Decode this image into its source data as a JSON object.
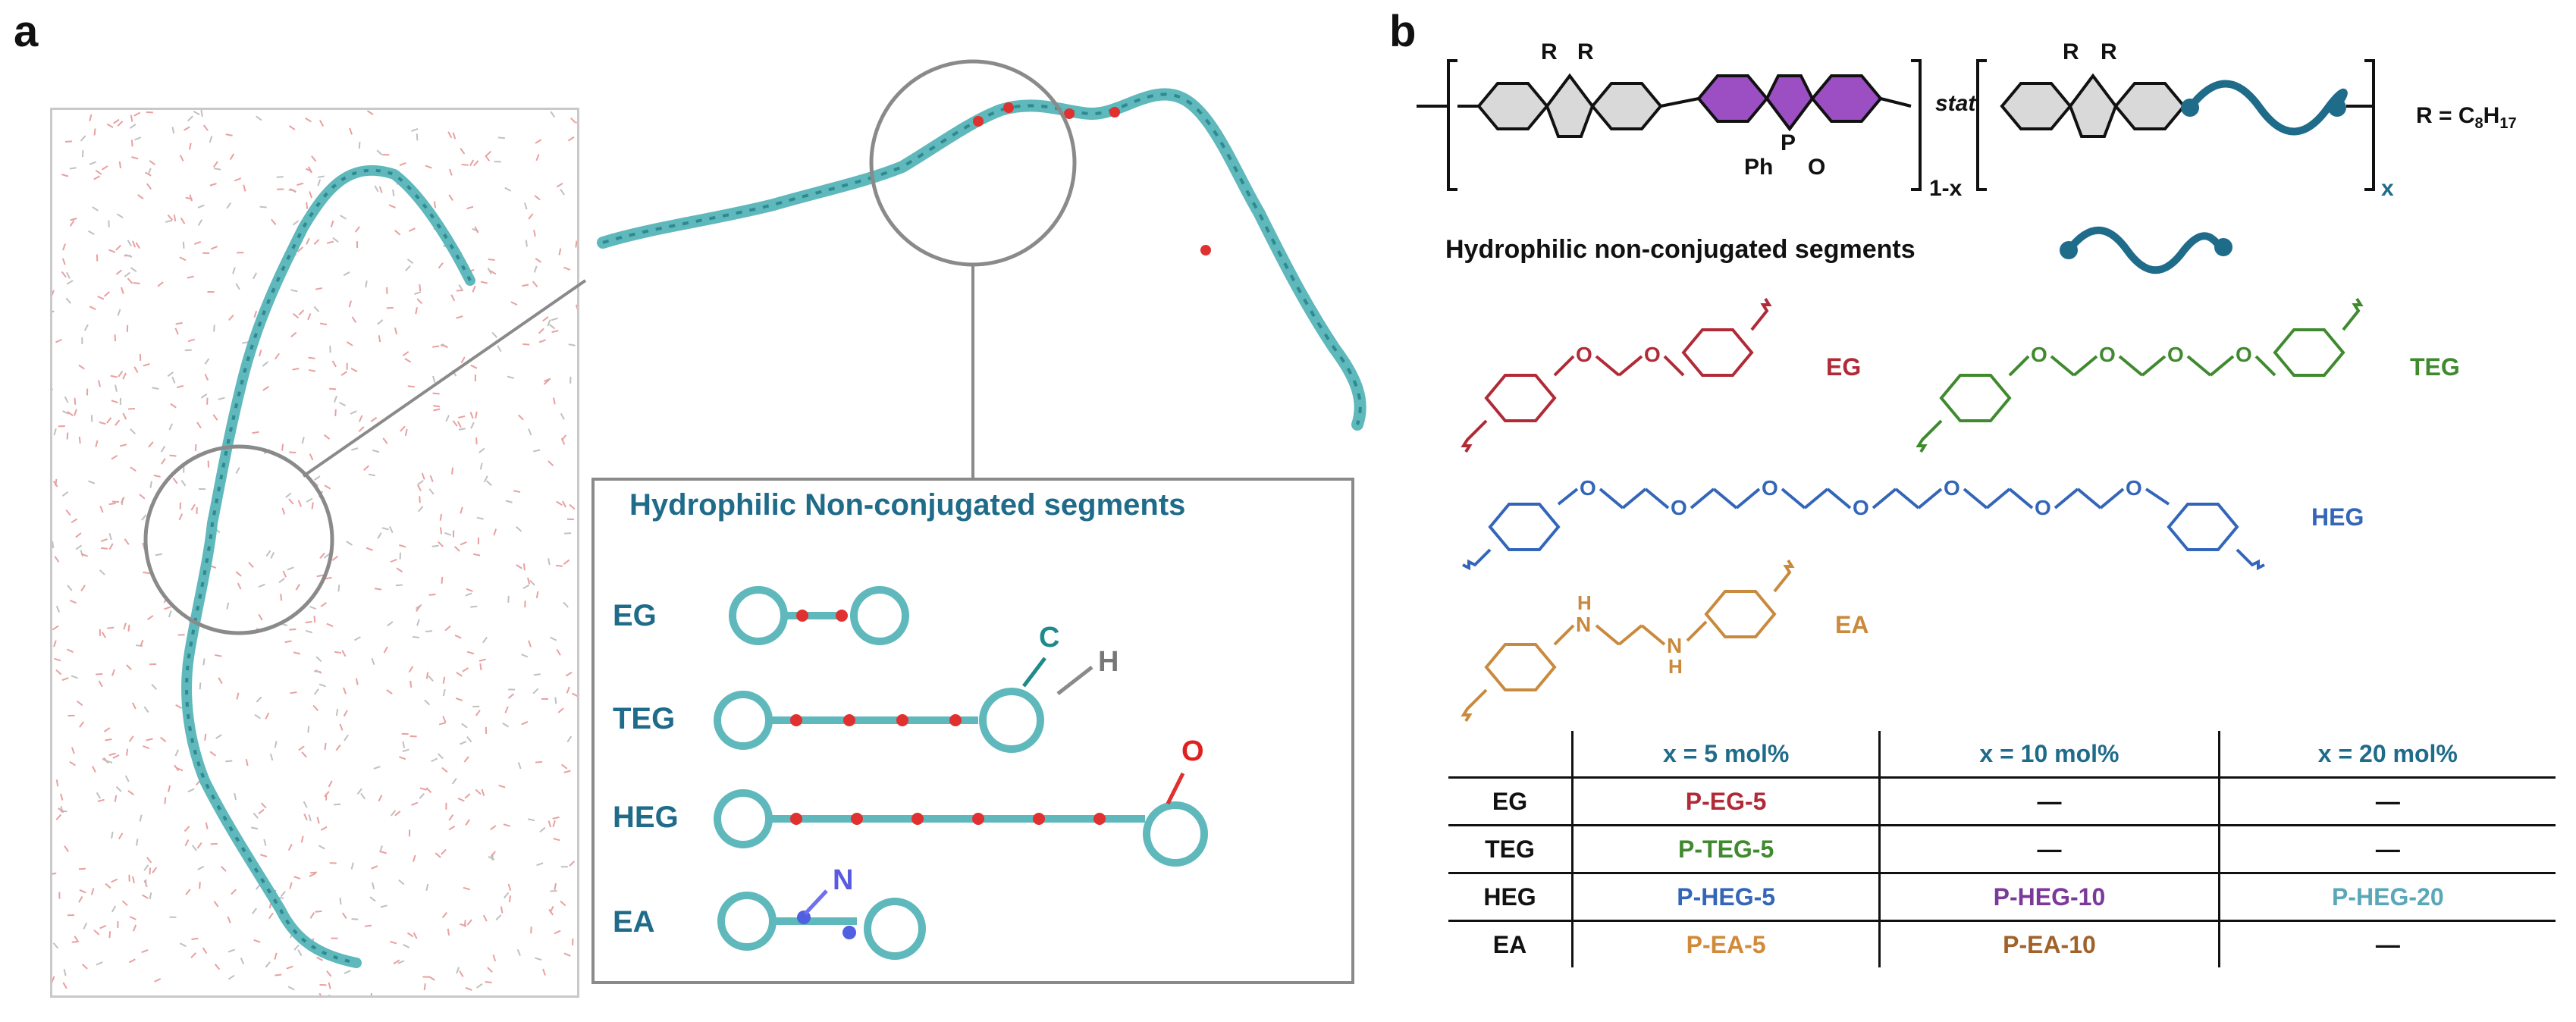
{
  "panel_a": {
    "letter": "a",
    "inset_title": "Hydrophilic Non-conjugated segments",
    "segments": [
      {
        "key": "eg",
        "label": "EG"
      },
      {
        "key": "teg",
        "label": "TEG"
      },
      {
        "key": "heg",
        "label": "HEG"
      },
      {
        "key": "ea",
        "label": "EA"
      }
    ],
    "atom_labels": {
      "c": "C",
      "h": "H",
      "o": "O",
      "n": "N"
    }
  },
  "panel_b": {
    "letter": "b",
    "polymer": {
      "r_group": "R",
      "stat": "stat",
      "phosphorus": "P",
      "oxygen": "O",
      "phenyl": "Ph",
      "subscript_1": "1-x",
      "subscript_2": "x",
      "r_definition": "R = C8H17"
    },
    "legend_text": "Hydrophilic non-conjugated segments",
    "structures": [
      {
        "key": "eg",
        "label": "EG",
        "color": "#b02a37"
      },
      {
        "key": "teg",
        "label": "TEG",
        "color": "#3f8a2e"
      },
      {
        "key": "heg",
        "label": "HEG",
        "color": "#3366b8"
      },
      {
        "key": "ea",
        "label": "EA",
        "color": "#c98a3e"
      }
    ],
    "structure_atoms": {
      "o": "O",
      "h": "H",
      "n": "N"
    },
    "table": {
      "columns": [
        "",
        "x = 5 mol%",
        "x = 10 mol%",
        "x = 20 mol%"
      ],
      "rows": [
        {
          "label": "EG",
          "cells": [
            "P-EG-5",
            "—",
            "—"
          ]
        },
        {
          "label": "TEG",
          "cells": [
            "P-TEG-5",
            "—",
            "—"
          ]
        },
        {
          "label": "HEG",
          "cells": [
            "P-HEG-5",
            "P-HEG-10",
            "P-HEG-20"
          ]
        },
        {
          "label": "EA",
          "cells": [
            "P-EA-5",
            "P-EA-10",
            "—"
          ]
        }
      ],
      "cell_colors": [
        [
          "#b02a37",
          "#111111",
          "#111111"
        ],
        [
          "#3f8a2e",
          "#111111",
          "#111111"
        ],
        [
          "#3366b8",
          "#7b3a9a",
          "#5aa7b8"
        ],
        [
          "#d08a3a",
          "#a0622a",
          "#111111"
        ]
      ]
    }
  },
  "colors": {
    "teal": "#1f6b8a",
    "purple": "#9b4fc2",
    "gray_fill": "#d9d9d9"
  }
}
